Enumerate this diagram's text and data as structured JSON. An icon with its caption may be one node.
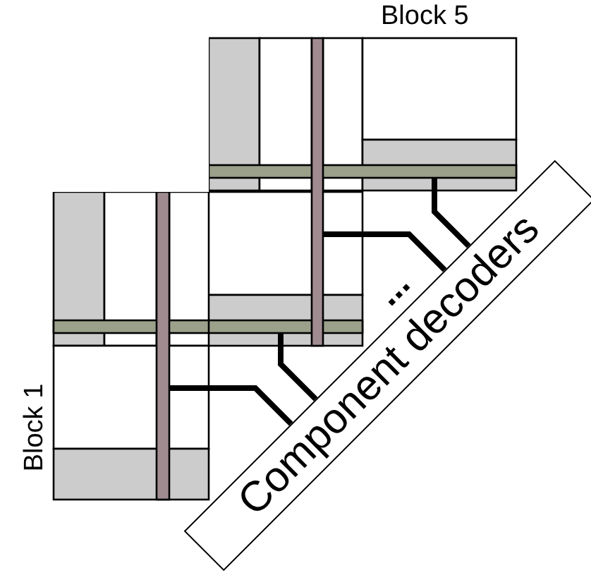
{
  "diagram": {
    "nodes": [
      {
        "text": [
          "Block 5"
        ]
      },
      {
        "text": [
          "Block 1"
        ]
      },
      {
        "text": [
          "Component decoders"
        ]
      }
    ],
    "edges": [
      {
        "from": 0,
        "to": 2,
        "arrow": "none"
      },
      {
        "from": 0,
        "to": 2,
        "arrow": "none"
      },
      {
        "from": 0,
        "to": 2,
        "arrow": "none"
      },
      {
        "from": 1,
        "to": 2,
        "arrow": "none"
      }
    ],
    "labels": [
      "..."
    ]
  }
}
